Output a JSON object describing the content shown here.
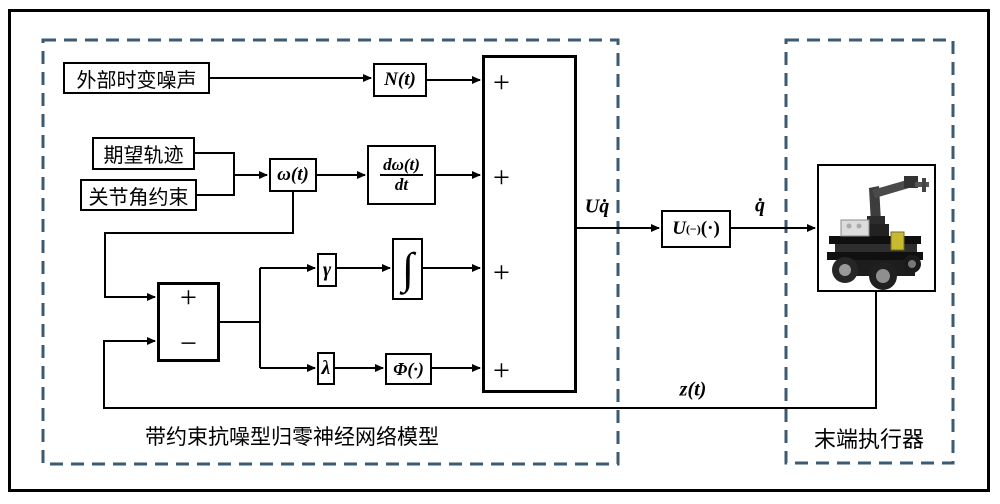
{
  "regions": {
    "znn_model_label": "带约束抗噪型归零神经网络模型",
    "end_effector_label": "末端执行器"
  },
  "blocks": {
    "external_noise": "外部时变噪声",
    "desired_trajectory": "期望轨迹",
    "joint_constraint": "关节角约束",
    "noise_function": "N(t)",
    "omega": "ω(t)",
    "derivative_numerator": "dω(t)",
    "derivative_denominator": "dt",
    "gamma": "γ",
    "integral": "∫",
    "lambda": "λ",
    "phi": "Φ(·)",
    "inverse_base": "U",
    "inverse_sup": "(−)",
    "inverse_arg": "(·)"
  },
  "signals": {
    "plus": "+",
    "minus": "−",
    "sum_output": "Uq̇",
    "joint_velocity": "q̇",
    "feedback": "z(t)"
  },
  "colors": {
    "line": "#000000",
    "dash_border": "#3d5a73",
    "background": "#ffffff"
  }
}
